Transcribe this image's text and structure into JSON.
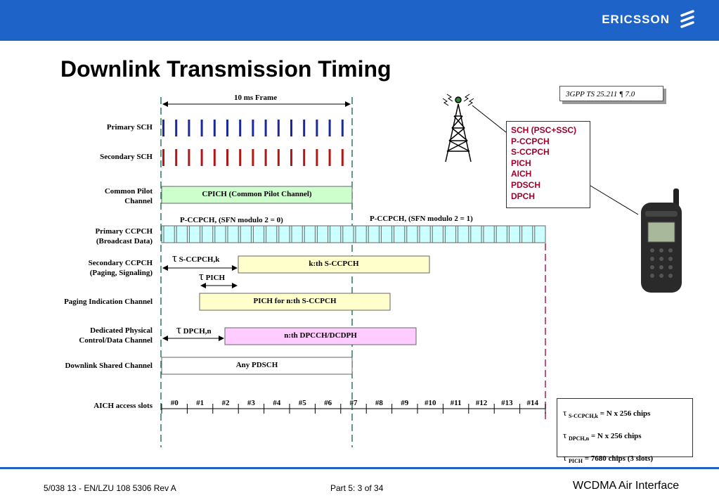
{
  "header": {
    "brand": "ERICSSON"
  },
  "title": "Downlink Transmission Timing",
  "reference": "3GPP TS 25.211 ¶ 7.0",
  "frame_label": "10 ms Frame",
  "rows": {
    "primary_sch": "Primary SCH",
    "secondary_sch": "Secondary SCH",
    "cpich_1": "Common Pilot",
    "cpich_2": "Channel",
    "pccpch_1": "Primary CCPCH",
    "pccpch_2": "(Broadcast Data)",
    "sccpch_1": "Secondary CCPCH",
    "sccpch_2": "(Paging, Signaling)",
    "pich": "Paging Indication Channel",
    "dpch_1": "Dedicated Physical",
    "dpch_2": "Control/Data Channel",
    "pdsch": "Downlink Shared Channel",
    "aich": "AICH access slots"
  },
  "boxes": {
    "cpich": "CPICH (Common Pilot Channel)",
    "sfn0": "P-CCPCH, (SFN modulo 2 = 0)",
    "sfn1": "P-CCPCH, (SFN modulo 2 = 1)",
    "sccpch": "k:th S-CCPCH",
    "pich": "PICH for n:th S-CCPCH",
    "dpch": "n:th DPCCH/DCDPH",
    "pdsch": "Any PDSCH"
  },
  "taus": {
    "symbol": "τ",
    "sccpch_sub": "S-CCPCH,k",
    "pich_sub": "PICH",
    "dpch_sub": "DPCH,n"
  },
  "channel_list": [
    "SCH (PSC+SSC)",
    "P-CCPCH",
    "S-CCPCH",
    "PICH",
    "AICH",
    "PDSCH",
    "DPCH"
  ],
  "aich_slots": [
    "#0",
    "#1",
    "#2",
    "#3",
    "#4",
    "#5",
    "#6",
    "#7",
    "#8",
    "#9",
    "#10",
    "#11",
    "#12",
    "#13",
    "#14"
  ],
  "legend": {
    "l1_sub": "S-CCPCH,k",
    "l1_text": "= N x 256 chips",
    "l2_sub": "DPCH,n",
    "l2_text": "= N x 256 chips",
    "l3_sub": "PICH",
    "l3_text": "= 7680 chips (3 slots)"
  },
  "footer": {
    "doc": "5/038 13 - EN/LZU 108 5306 Rev A",
    "page": "Part 5:  3 of 34",
    "course": "WCDMA Air Interface"
  },
  "colors": {
    "brand_blue": "#1e63c8",
    "psch_bar": "#1a2a9c",
    "ssch_bar": "#b01818",
    "cpich_fill": "#ccffcc",
    "pccpch_fill": "#ccffff",
    "sccpch_fill": "#ffffcc",
    "dpch_fill": "#ffccff",
    "channel_text": "#a0002c"
  }
}
